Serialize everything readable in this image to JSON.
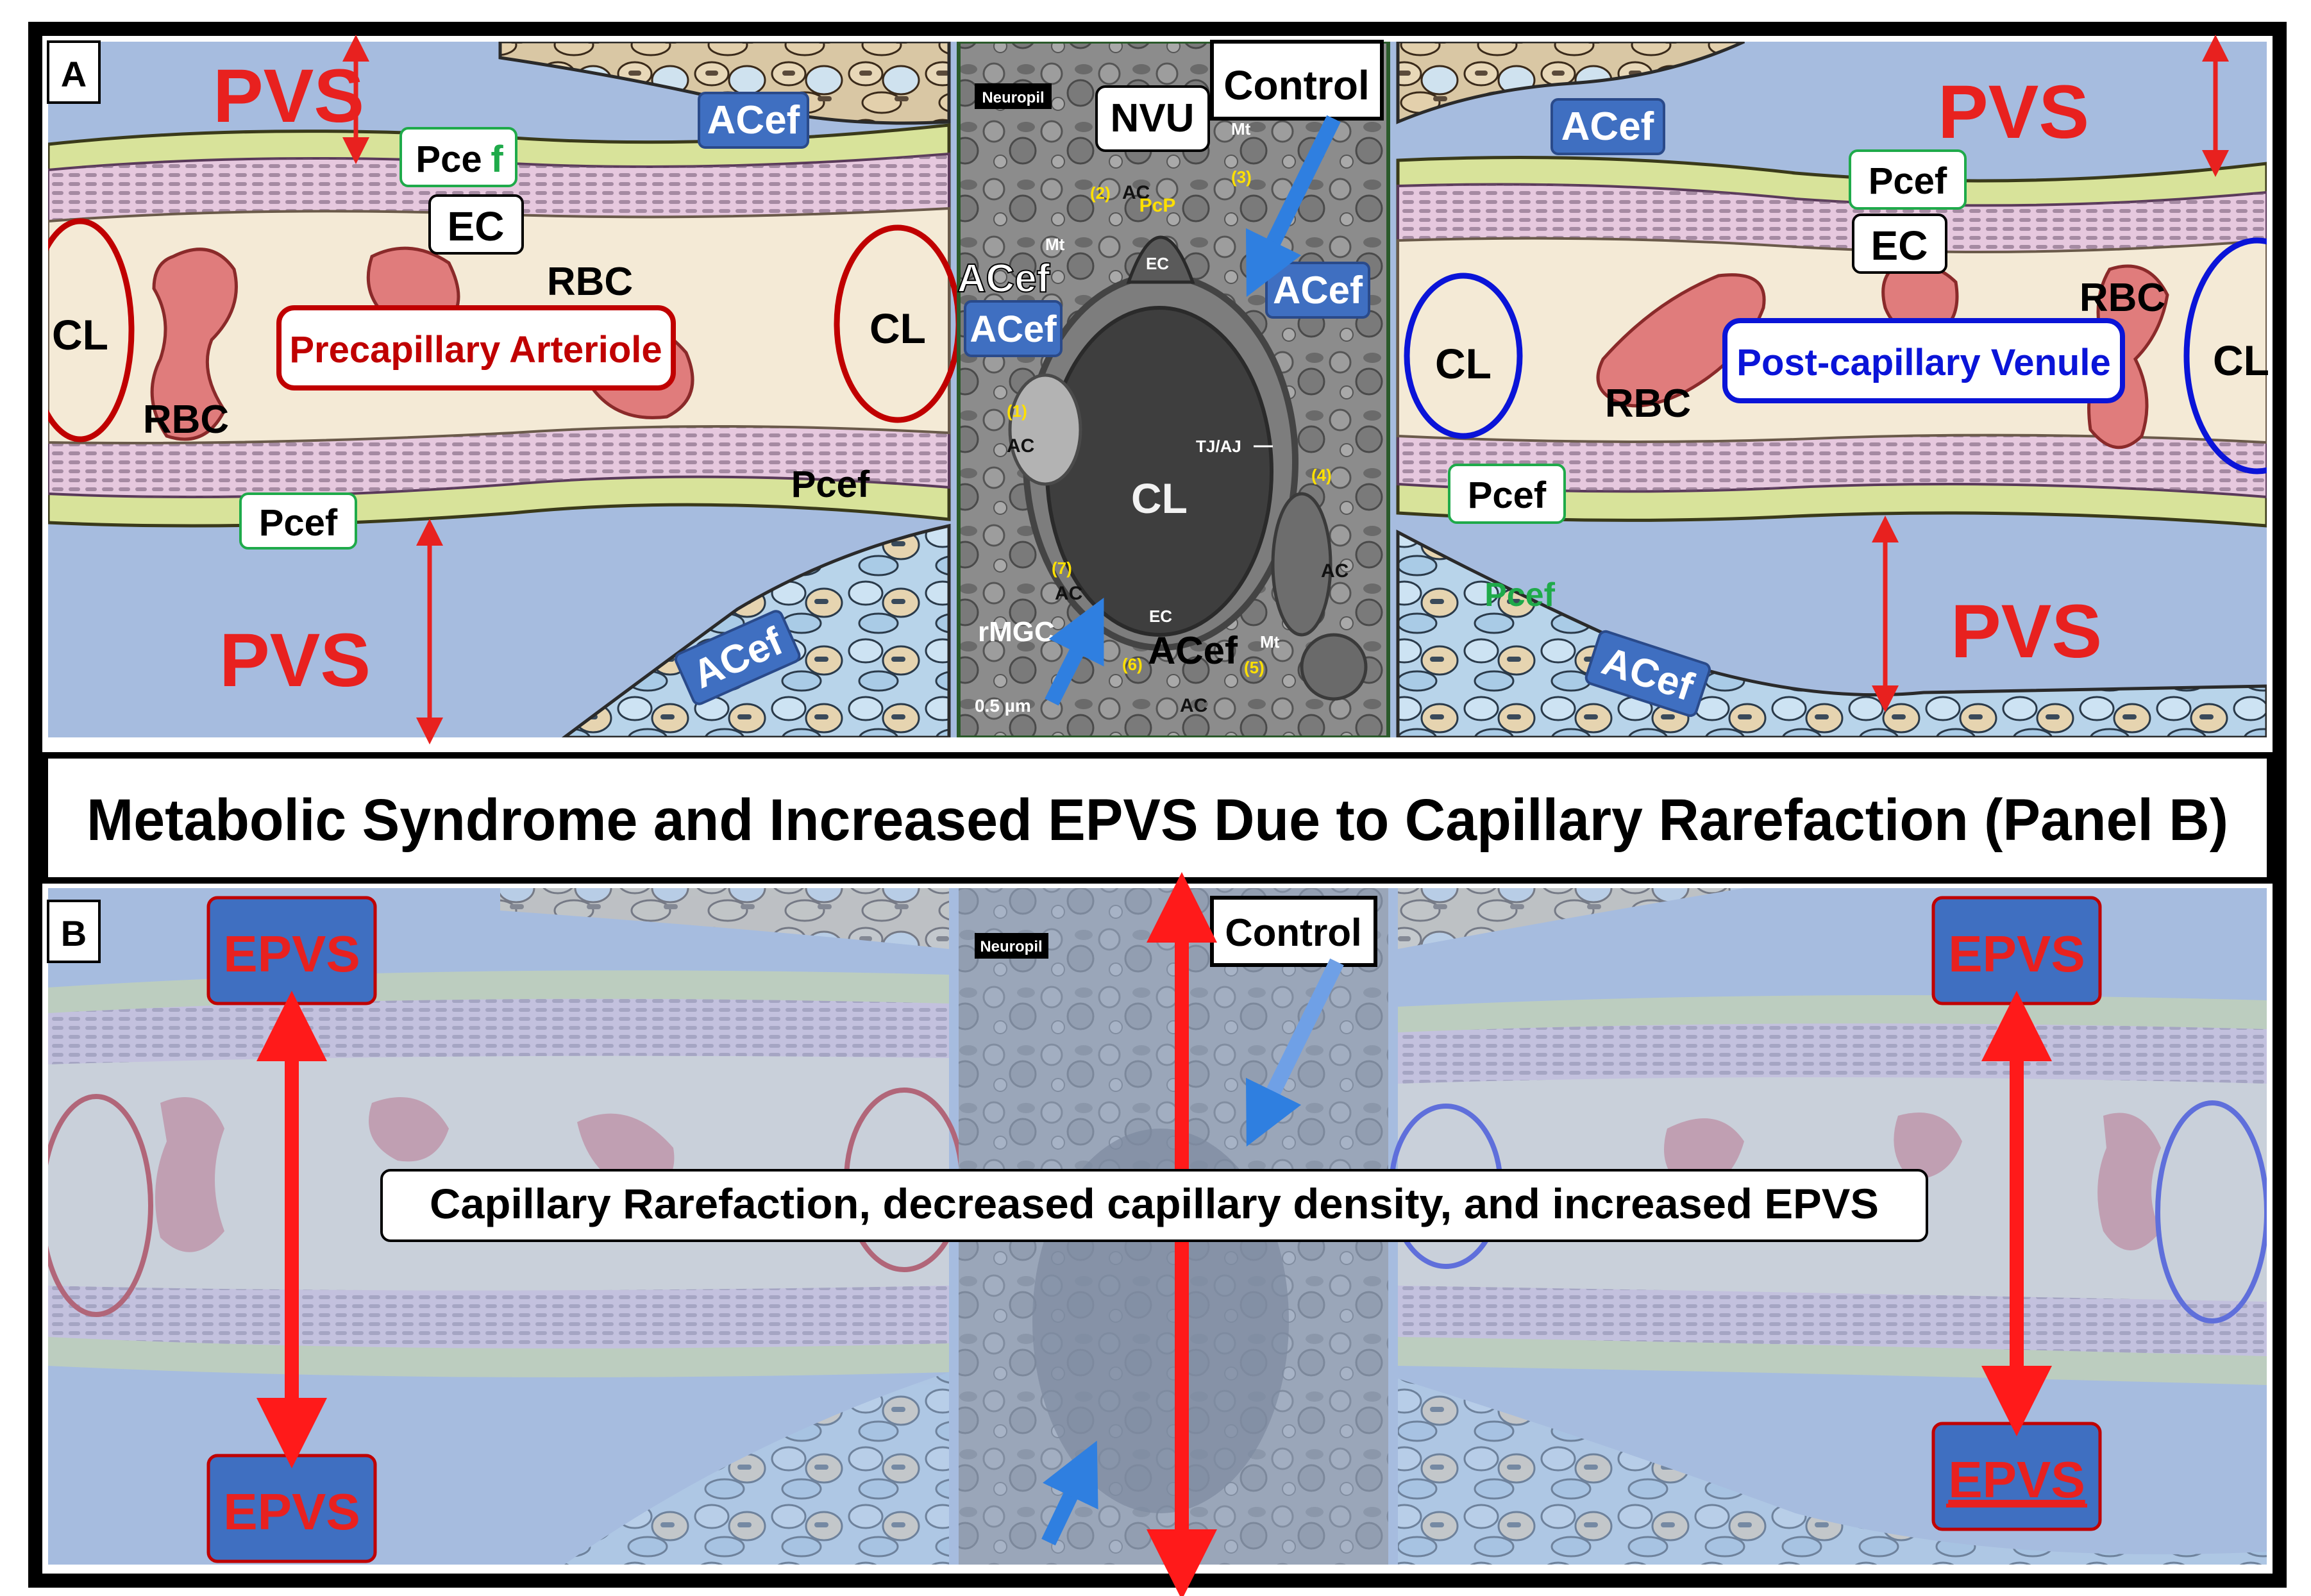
{
  "panel_a": {
    "letter": "A",
    "pvs": "PVS",
    "acef": "ACef",
    "pcef_main": "Pce",
    "pcef_tail": "f",
    "pcef": "Pcef",
    "ec": "EC",
    "cl": "CL",
    "rbc": "RBC",
    "left_vessel": "Precapillary Arteriole",
    "right_vessel": "Post-capillary Venule",
    "control": "Control",
    "nvu": "NVU",
    "em_labels": {
      "neuropil": "Neuropil",
      "ac": "AC",
      "mt": "Mt",
      "pcp": "PcP",
      "ec": "EC",
      "cl": "CL",
      "tjaj": "TJ/AJ",
      "rmgc": "rMGC",
      "scale": "0.5 µm",
      "n1": "(1)",
      "n2": "(2)",
      "n3": "(3)",
      "n4": "(4)",
      "n5": "(5)",
      "n6": "(6)",
      "n7": "(7)"
    }
  },
  "title": "Metabolic Syndrome and Increased EPVS Due to Capillary Rarefaction (Panel B)",
  "panel_b": {
    "letter": "B",
    "epvs": "EPVS",
    "control": "Control",
    "banner": "Capillary Rarefaction, decreased capillary density, and increased EPVS"
  },
  "colors": {
    "pvs_red": "#e8211f",
    "acef_blue": "#3f6fc1",
    "arteriole_red": "#c00000",
    "venule_blue": "#0a14d8",
    "pcef_green": "#1faa4a",
    "border": "#000000",
    "csf": "#a6bcdf"
  }
}
